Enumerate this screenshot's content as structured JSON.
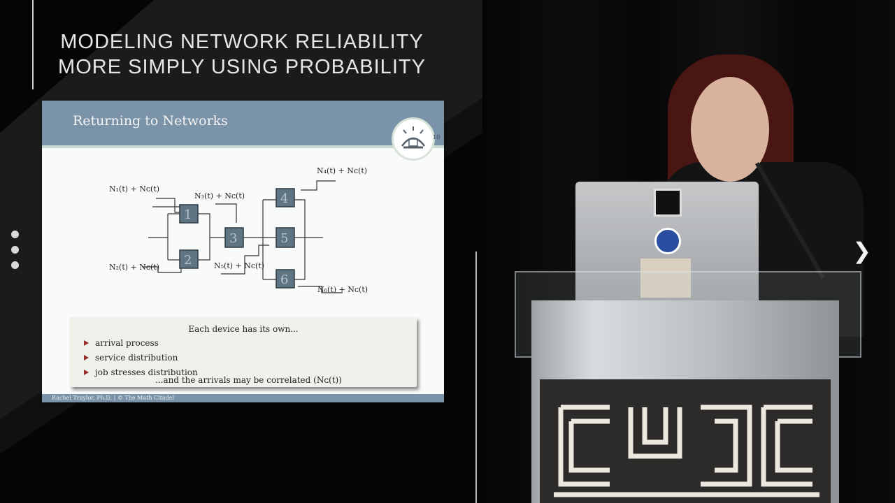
{
  "talk": {
    "title_line1": "MODELING NETWORK RELIABILITY",
    "title_line2": "MORE SIMPLY USING PROBABILITY"
  },
  "slide": {
    "title": "Returning to Networks",
    "page_number": "10",
    "diagram": {
      "nodes": [
        "1",
        "2",
        "3",
        "4",
        "5",
        "6"
      ],
      "labels": {
        "in_1": "N₁(t) + Nᴄ(t)",
        "in_2": "N₂(t) + Nᴄ(t)",
        "in_3": "N₃(t) + Nᴄ(t)",
        "in_4": "N₄(t) + Nᴄ(t)",
        "in_5": "N₅(t) + Nᴄ(t)",
        "in_6": "N₆(t) + Nᴄ(t)"
      }
    },
    "info_box": {
      "heading": "Each device has its own...",
      "bullets": [
        "arrival process",
        "service distribution",
        "job stresses distribution"
      ],
      "footer": "...and the arrivals may be correlated (Nᴄ(t))"
    },
    "footer": "Rachel Traylor, Ph.D.  |  ©  The Math Citadel"
  },
  "navigation": {
    "next_icon": "chevron-right-icon",
    "menu_icon": "vertical-dots-icon",
    "next_glyph": "❯"
  },
  "colors": {
    "slide_header": "#7b93a8",
    "slide_background": "#f9fbfa",
    "node_fill": "#5f7583",
    "bullet": "#9a2d2d"
  }
}
